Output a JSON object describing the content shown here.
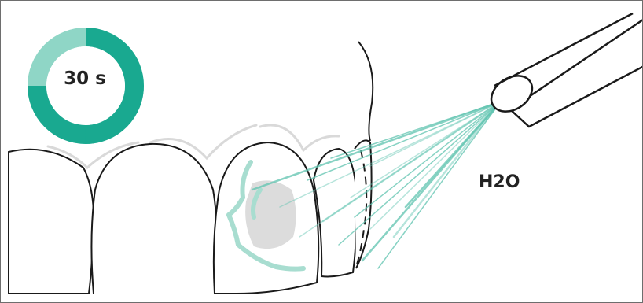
{
  "timer": {
    "label": "30 s",
    "progress_fraction": 0.75,
    "color_dark": "#19a990",
    "color_light": "#8fd6c6"
  },
  "water": {
    "label": "H2O",
    "spray_color": "#5fc4b0"
  },
  "colors": {
    "outline": "#1a1a1a",
    "gum_line": "#d9d9d9",
    "stain": "#dcdcdc",
    "etch_gel": "#a8ddd0"
  },
  "icons": [
    "circular-timer-icon",
    "rinse-nozzle-icon",
    "water-spray-icon",
    "tooth-illustration"
  ]
}
